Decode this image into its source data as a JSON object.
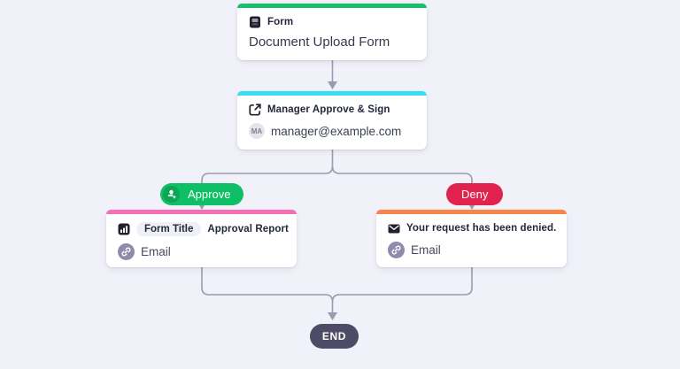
{
  "palette": {
    "background": "#F1F1F9",
    "connector": "#9C9AAF",
    "card_background": "#FFFFFF"
  },
  "form_node": {
    "type_label": "Form",
    "title": "Document Upload Form",
    "accent_color": "#17BE6B"
  },
  "approval_node": {
    "type_label": "Manager Approve & Sign",
    "avatar_initials": "MA",
    "assignee_email": "manager@example.com",
    "accent_color": "#35DDF5"
  },
  "branches": {
    "approve": {
      "label": "Approve",
      "color": "#0FBF66",
      "icon_circle_color": "#0CA558"
    },
    "deny": {
      "label": "Deny",
      "color": "#E0224E"
    }
  },
  "report_node": {
    "badge_label": "Form Title",
    "title": "Approval Report",
    "channel_label": "Email",
    "accent_color": "#F56EB8",
    "link_circle_color": "#8F8BAB"
  },
  "denied_node": {
    "title": "Your request has been denied.",
    "channel_label": "Email",
    "accent_color": "#F8834B",
    "link_circle_color": "#8F8BAB"
  },
  "end_node": {
    "label": "END",
    "color": "#4D4B66"
  },
  "icons": [
    "form-icon",
    "sign-icon",
    "approve-stamp-icon",
    "bar-chart-icon",
    "mail-icon",
    "link-icon",
    "arrow-down-icon"
  ]
}
